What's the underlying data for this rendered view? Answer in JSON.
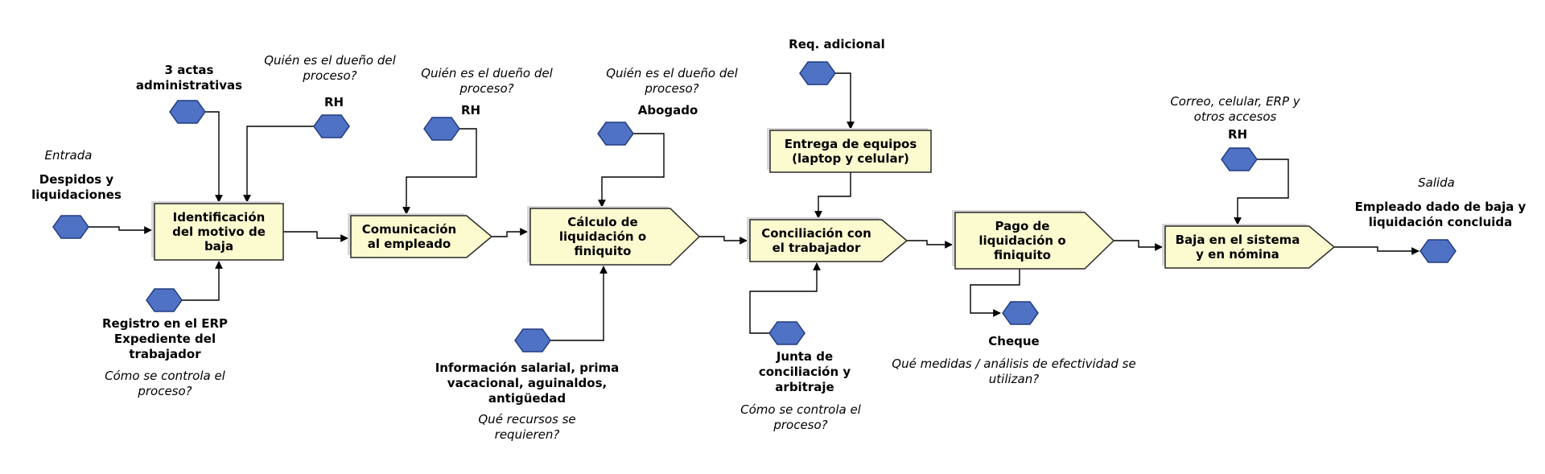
{
  "colors": {
    "process_fill": "#fcfbd0",
    "process_stroke": "#2a2a2a",
    "hex_fill": "#4f72c4",
    "hex_stroke": "#213b80",
    "line": "#000000"
  },
  "entrada": {
    "caption": "Entrada",
    "label": [
      "Despidos y",
      "liquidaciones"
    ]
  },
  "salida": {
    "caption": "Salida",
    "label": [
      "Empleado dado de baja y",
      "liquidación concluida"
    ]
  },
  "processes": [
    {
      "id": "p1",
      "lines": [
        "Identificación",
        "del motivo de",
        "baja"
      ]
    },
    {
      "id": "p2",
      "lines": [
        "Comunicación",
        "al empleado"
      ]
    },
    {
      "id": "p3",
      "lines": [
        "Cálculo de",
        "liquidación o",
        "finiquito"
      ]
    },
    {
      "id": "p4",
      "lines": [
        "Entrega de equipos",
        "(laptop y celular)"
      ]
    },
    {
      "id": "p5",
      "lines": [
        "Conciliación con",
        "el trabajador"
      ]
    },
    {
      "id": "p6",
      "lines": [
        "Pago de",
        "liquidación o",
        "finiquito"
      ]
    },
    {
      "id": "p7",
      "lines": [
        "Baja en el sistema",
        "y en nómina"
      ]
    }
  ],
  "annotations": {
    "actas": [
      "3 actas",
      "administrativas"
    ],
    "q_dueno_1": [
      "Quién es el dueño del",
      "proceso?"
    ],
    "rh_1": "RH",
    "registro": [
      "Registro en el ERP",
      "Expediente del",
      "trabajador"
    ],
    "q_control_1": [
      "Cómo se controla el",
      "proceso?"
    ],
    "q_dueno_2": [
      "Quién es el dueño del",
      "proceso?"
    ],
    "rh_2": "RH",
    "q_dueno_3": [
      "Quién es el dueño del",
      "proceso?"
    ],
    "abogado": "Abogado",
    "info_salarial": [
      "Información salarial, prima",
      "vacacional, aguinaldos,",
      "antigüedad"
    ],
    "q_recursos": [
      "Qué recursos se",
      "requieren?"
    ],
    "req_adicional": "Req. adicional",
    "junta": [
      "Junta de",
      "conciliación y",
      "arbitraje"
    ],
    "q_control_2": [
      "Cómo se controla el",
      "proceso?"
    ],
    "cheque": "Cheque",
    "q_medidas": [
      "Qué medidas / análisis de efectividad se",
      "utilizan?"
    ],
    "accesos": [
      "Correo, celular, ERP y",
      "otros accesos"
    ],
    "rh_3": "RH"
  }
}
